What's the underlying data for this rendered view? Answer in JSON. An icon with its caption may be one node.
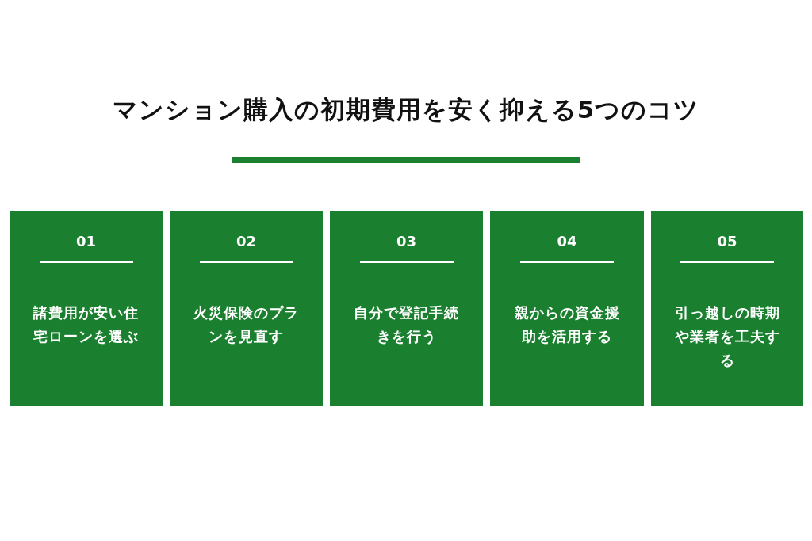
{
  "diagram": {
    "title": "マンション購入の初期費用を安く抑える5つのコツ",
    "nodes": [
      {
        "text": [
          "01",
          "諸費用が安い住宅ローンを選ぶ"
        ]
      },
      {
        "text": [
          "02",
          "火災保険のプランを見直す"
        ]
      },
      {
        "text": [
          "03",
          "自分で登記手続きを行う"
        ]
      },
      {
        "text": [
          "04",
          "親からの資金援助を活用する"
        ]
      },
      {
        "text": [
          "05",
          "引っ越しの時期や業者を工夫する"
        ]
      }
    ]
  }
}
